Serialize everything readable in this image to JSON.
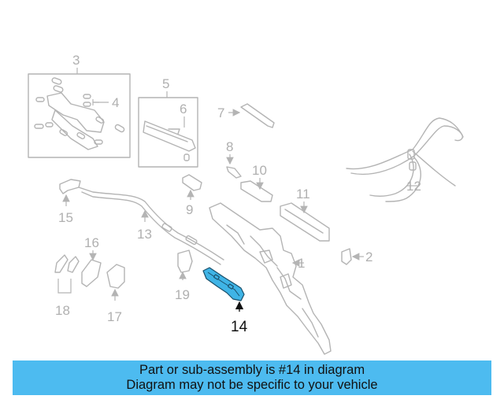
{
  "diagram": {
    "callouts": {
      "c1": "1",
      "c2": "2",
      "c3": "3",
      "c4": "4",
      "c5": "5",
      "c6": "6",
      "c7": "7",
      "c8": "8",
      "c9": "9",
      "c10": "10",
      "c11": "11",
      "c12": "12",
      "c13": "13",
      "c14": "14",
      "c15": "15",
      "c16": "16",
      "c17": "17",
      "c18": "18",
      "c19": "19"
    },
    "highlighted_part": "14",
    "colors": {
      "highlight": "#3fb4e6",
      "part_lines": "#b4b4b4",
      "banner": "#4dbbf0"
    }
  },
  "banner": {
    "line1": "Part or sub-assembly is #14 in diagram",
    "line2": "Diagram may not be specific to your vehicle"
  }
}
